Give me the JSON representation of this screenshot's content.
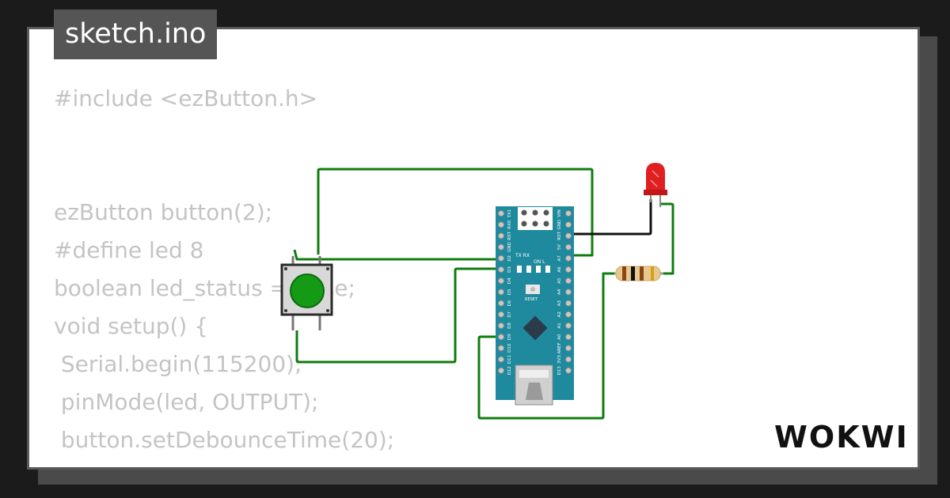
{
  "file_tab": {
    "label": "sketch.ino"
  },
  "code_lines": [
    "#include <ezButton.h>",
    "",
    "",
    "ezButton button(2);",
    "#define led 8",
    "boolean led_status = false;",
    "void setup() {",
    " Serial.begin(115200);",
    " pinMode(led, OUTPUT);",
    " button.setDebounceTime(20);"
  ],
  "board": {
    "header_pins_right": [
      "VIN",
      "GND",
      "RST",
      "5V",
      "A7",
      "A6",
      "A5",
      "A4",
      "A3",
      "A2",
      "A1",
      "A0",
      "AREF",
      "3V3",
      "D13"
    ],
    "header_pins_left": [
      "TX1",
      "RX0",
      "RST",
      "GND",
      "D2",
      "D3",
      "D4",
      "D5",
      "D6",
      "D7",
      "D8",
      "D9",
      "D10",
      "D11",
      "D12"
    ],
    "leds_label_txrx": "TX RX",
    "leds_label_onl": "ON  L",
    "reset_label": "RESET"
  },
  "brand": {
    "logo_text": "WOKWI"
  },
  "colors": {
    "wire_green": "#0e7d0e",
    "board_teal": "#1f8a9e",
    "button_green": "#159a15",
    "led_red": "#e02020"
  }
}
